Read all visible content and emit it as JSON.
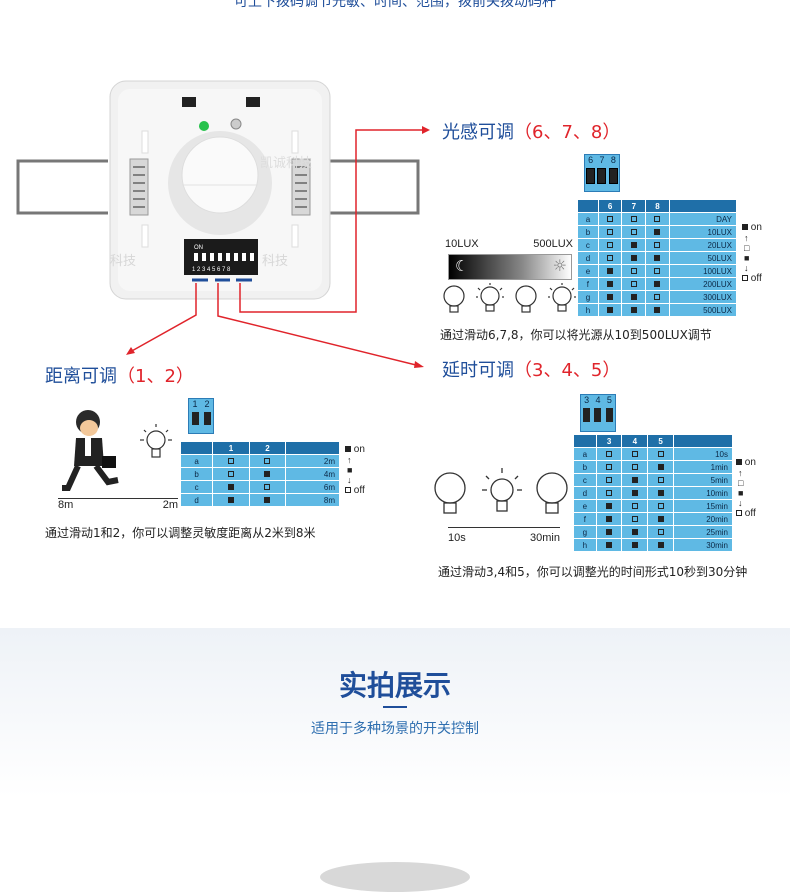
{
  "header": {
    "text": "可上下拨码调节光敏、时间、范围，拨前关拨动码杆"
  },
  "device": {
    "watermark_left": "科技",
    "watermark_right": "凯诚科技",
    "watermark_bottom": "科技",
    "dip_on_label": "ON",
    "dip_numbers": "1 2 3 4 5 6 7 8"
  },
  "light": {
    "title": "光感可调",
    "range": "（6、7、8）",
    "switch_numbers": [
      "6",
      "7",
      "8"
    ],
    "columns": [
      "",
      "6",
      "7",
      "8",
      ""
    ],
    "rows": [
      {
        "label": "a",
        "s": [
          0,
          0,
          0
        ],
        "value": "DAY"
      },
      {
        "label": "b",
        "s": [
          0,
          0,
          1
        ],
        "value": "10LUX"
      },
      {
        "label": "c",
        "s": [
          0,
          1,
          0
        ],
        "value": "20LUX"
      },
      {
        "label": "d",
        "s": [
          0,
          1,
          1
        ],
        "value": "50LUX"
      },
      {
        "label": "e",
        "s": [
          1,
          0,
          0
        ],
        "value": "100LUX"
      },
      {
        "label": "f",
        "s": [
          1,
          0,
          1
        ],
        "value": "200LUX"
      },
      {
        "label": "g",
        "s": [
          1,
          1,
          0
        ],
        "value": "300LUX"
      },
      {
        "label": "h",
        "s": [
          1,
          1,
          1
        ],
        "value": "500LUX"
      }
    ],
    "lux_low": "10LUX",
    "lux_high": "500LUX",
    "on_label": "on",
    "off_label": "off",
    "caption": "通过滑动6,7,8，你可以将光源从10到500LUX调节"
  },
  "distance": {
    "title": "距离可调",
    "range": "（1、2）",
    "switch_numbers": [
      "1",
      "2"
    ],
    "columns": [
      "",
      "1",
      "2",
      ""
    ],
    "rows": [
      {
        "label": "a",
        "s": [
          0,
          0
        ],
        "value": "2m"
      },
      {
        "label": "b",
        "s": [
          0,
          1
        ],
        "value": "4m"
      },
      {
        "label": "c",
        "s": [
          1,
          0
        ],
        "value": "6m"
      },
      {
        "label": "d",
        "s": [
          1,
          1
        ],
        "value": "8m"
      }
    ],
    "far": "8m",
    "near": "2m",
    "on_label": "on",
    "off_label": "off",
    "caption": "通过滑动1和2，你可以调整灵敏度距离从2米到8米"
  },
  "delay": {
    "title": "延时可调",
    "range": "（3、4、5）",
    "switch_numbers": [
      "3",
      "4",
      "5"
    ],
    "columns": [
      "",
      "3",
      "4",
      "5",
      ""
    ],
    "rows": [
      {
        "label": "a",
        "s": [
          0,
          0,
          0
        ],
        "value": "10s"
      },
      {
        "label": "b",
        "s": [
          0,
          0,
          1
        ],
        "value": "1min"
      },
      {
        "label": "c",
        "s": [
          0,
          1,
          0
        ],
        "value": "5min"
      },
      {
        "label": "d",
        "s": [
          0,
          1,
          1
        ],
        "value": "10min"
      },
      {
        "label": "e",
        "s": [
          1,
          0,
          0
        ],
        "value": "15min"
      },
      {
        "label": "f",
        "s": [
          1,
          0,
          1
        ],
        "value": "20min"
      },
      {
        "label": "g",
        "s": [
          1,
          1,
          0
        ],
        "value": "25min"
      },
      {
        "label": "h",
        "s": [
          1,
          1,
          1
        ],
        "value": "30min"
      }
    ],
    "short": "10s",
    "long": "30min",
    "on_label": "on",
    "off_label": "off",
    "caption": "通过滑动3,4和5，你可以调整光的时间形式10秒到30分钟"
  },
  "showcase": {
    "title": "实拍展示",
    "subtitle": "适用于多种场景的开关控制"
  },
  "colors": {
    "title_blue": "#1f4e9a",
    "accent_red": "#e0242b",
    "table_blue": "#5fb9e4",
    "header_blue": "#1f6fa8"
  }
}
